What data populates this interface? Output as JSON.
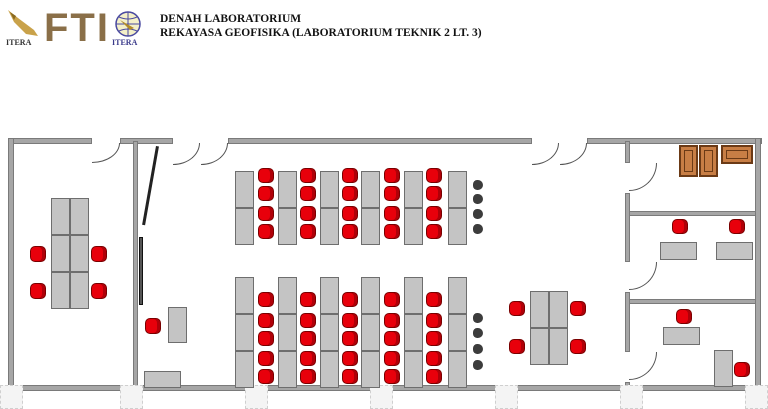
{
  "header": {
    "title_line1": "DENAH LABORATORIUM",
    "title_line2": "REKAYASA GEOFISIKA (LABORATORIUM TEKNIK 2 LT. 3)"
  },
  "logos": {
    "itera_left": "ITERA",
    "fti": "FTI",
    "itera_geo": "ITERA"
  },
  "colors": {
    "chair": "#e8000b",
    "desk": "#c4c4c4",
    "wall": "#a6a6a6",
    "cabinet": "#c87e45"
  }
}
